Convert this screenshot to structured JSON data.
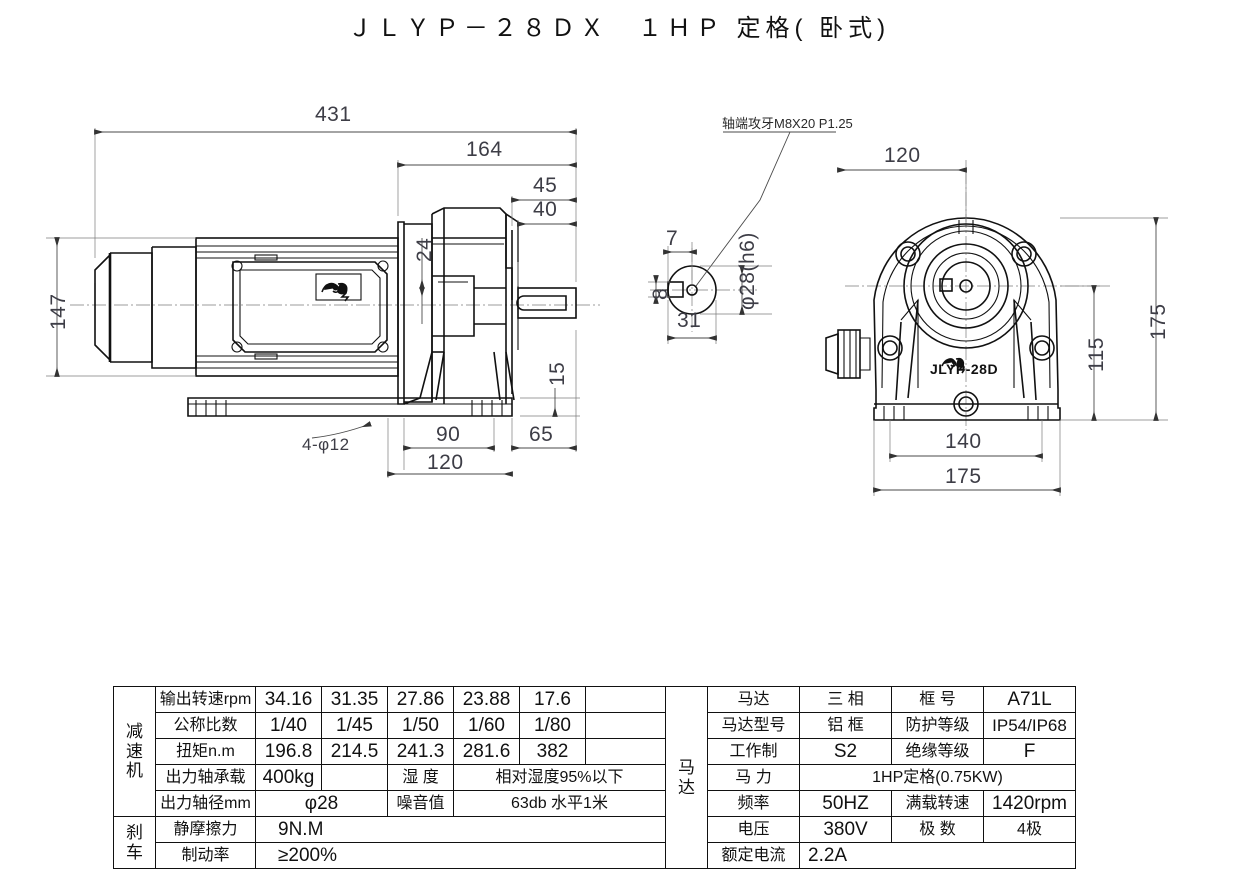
{
  "title": "ＪＬＹＰ－２８ＤＸ　１ＨＰ 定格( 卧式)",
  "drawing": {
    "note_shaft_thread": "轴端攻牙M8X20 P1.25",
    "label_shaft_dia": "φ28(h6)",
    "label_holes": "4-φ12",
    "nameplate_model": "JLYP-28D",
    "dims": {
      "overall_length": "431",
      "gearbox_length": "164",
      "flange_45": "45",
      "shaft_40": "40",
      "motor_height": "147",
      "dim_24": "24",
      "foot_90": "90",
      "base_120": "120",
      "tail_65": "65",
      "foot_thk_15": "15",
      "key_7": "7",
      "key_8": "8",
      "shaft_31": "31",
      "end_120": "120",
      "end_175_v": "175",
      "end_115": "115",
      "end_140": "140",
      "end_175_h": "175"
    }
  },
  "table_gear": {
    "side_label": "减速机",
    "side_label_brake": "刹车",
    "rows": [
      {
        "label": "输出转速rpm",
        "values": [
          "34.16",
          "31.35",
          "27.86",
          "23.88",
          "17.6",
          ""
        ]
      },
      {
        "label": "公称比数",
        "values": [
          "1/40",
          "1/45",
          "1/50",
          "1/60",
          "1/80",
          ""
        ]
      },
      {
        "label": "扭矩n.m",
        "values": [
          "196.8",
          "214.5",
          "241.3",
          "281.6",
          "382",
          ""
        ]
      }
    ],
    "row_load": {
      "label": "出力轴承载",
      "value": "400kg",
      "gap": "",
      "label2": "湿 度",
      "value2": "相对湿度95%以下"
    },
    "row_shaft": {
      "label": "出力轴径mm",
      "value": "φ28",
      "label2": "噪音值",
      "value2": "63db 水平1米"
    },
    "brake_rows": [
      {
        "label": "静摩擦力",
        "value": "9N.M"
      },
      {
        "label": "制动率",
        "value": "≥200%"
      }
    ]
  },
  "table_motor": {
    "side_label": "马达",
    "rows": [
      {
        "label": "马达",
        "value": "三 相",
        "label2": "框 号",
        "value2": "A71L"
      },
      {
        "label": "马达型号",
        "value": "铝 框",
        "label2": "防护等级",
        "value2": "IP54/IP68"
      },
      {
        "label": "工作制",
        "value": "S2",
        "label2": "绝缘等级",
        "value2": "F"
      }
    ],
    "row_power": {
      "label": "马 力",
      "value": "1HP定格(0.75KW)"
    },
    "rows2": [
      {
        "label": "频率",
        "value": "50HZ",
        "label2": "满载转速",
        "value2": "1420rpm"
      },
      {
        "label": "电压",
        "value": "380V",
        "label2": "极 数",
        "value2": "4极"
      }
    ],
    "row_current": {
      "label": "额定电流",
      "value": "2.2A"
    }
  }
}
